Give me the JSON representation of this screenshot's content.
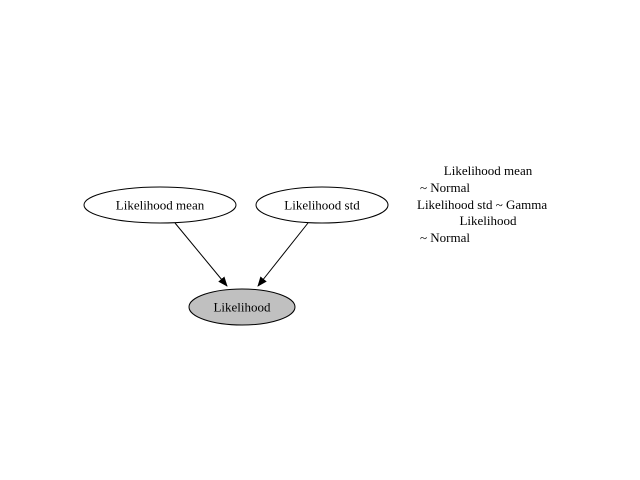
{
  "nodes": [
    {
      "id": "mean",
      "label": "Likelihood mean",
      "observed": false
    },
    {
      "id": "std",
      "label": "Likelihood std",
      "observed": false
    },
    {
      "id": "lik",
      "label": "Likelihood",
      "observed": true
    }
  ],
  "edges": [
    {
      "from": "mean",
      "to": "lik"
    },
    {
      "from": "std",
      "to": "lik"
    }
  ],
  "legend": {
    "line1": "Likelihood mean",
    "line2": "~ Normal",
    "line3": "Likelihood std ~ Gamma",
    "line4": "Likelihood",
    "line5": "~ Normal"
  },
  "colors": {
    "observed_fill": "#c0c0c0",
    "latent_fill": "#ffffff",
    "stroke": "#000000"
  }
}
